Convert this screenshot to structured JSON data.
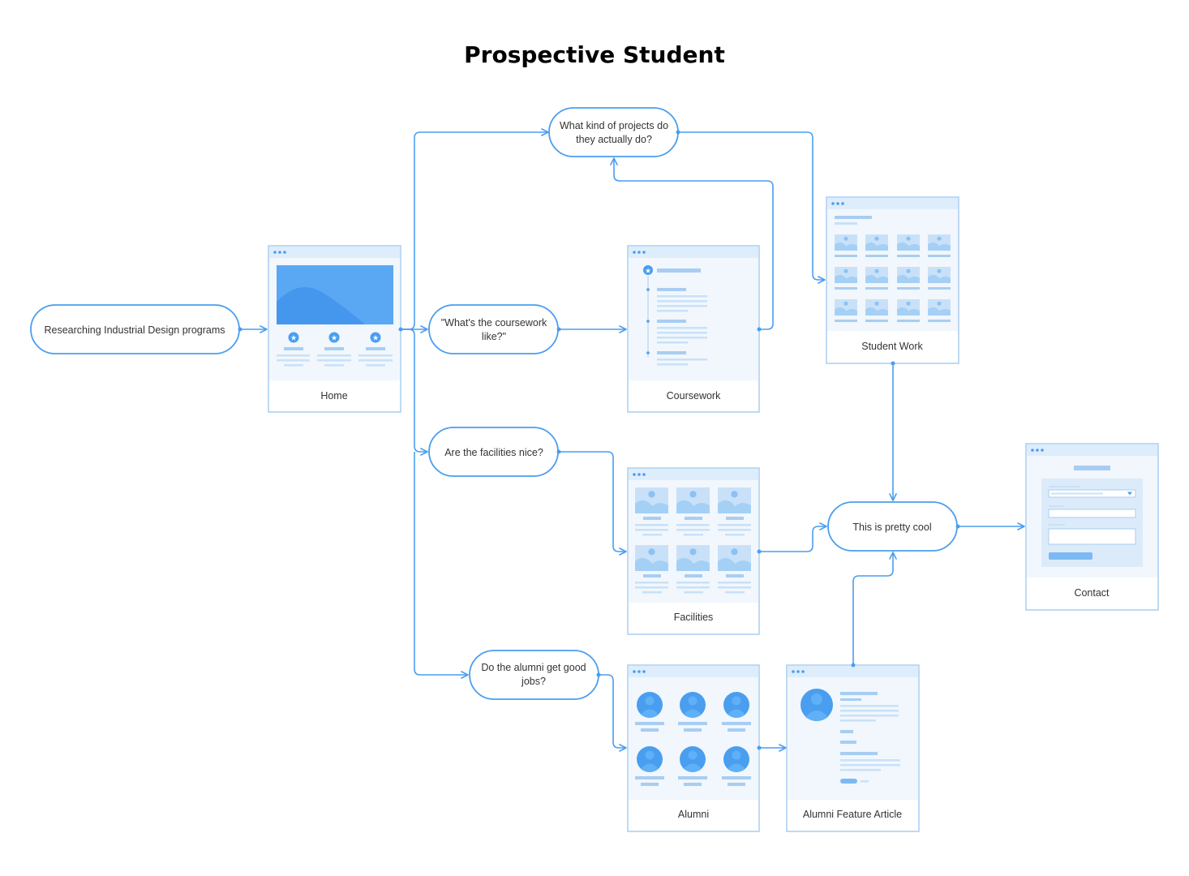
{
  "title": "Prospective Student",
  "colors": {
    "line": "#4a9eef",
    "frame_stroke": "#a8cdf2",
    "frame_fill": "#f1f7fd",
    "placeholder": "#c9e1f8",
    "accent": "#4a9eef",
    "dark_accent": "#3d8fe6"
  },
  "steps": {
    "researching": "Researching Industrial Design programs",
    "coursework_q": [
      "\"What's the coursework",
      "like?\""
    ],
    "projects_q": [
      "What kind of projects do",
      "they actually do?"
    ],
    "facilities_q": "Are the facilities nice?",
    "alumni_q": [
      "Do the alumni get good",
      "jobs?"
    ],
    "cool": "This is pretty cool"
  },
  "pages": {
    "home": "Home",
    "coursework": "Coursework",
    "student_work": "Student Work",
    "facilities": "Facilities",
    "alumni": "Alumni",
    "alumni_feature": "Alumni Feature Article",
    "contact": "Contact"
  }
}
